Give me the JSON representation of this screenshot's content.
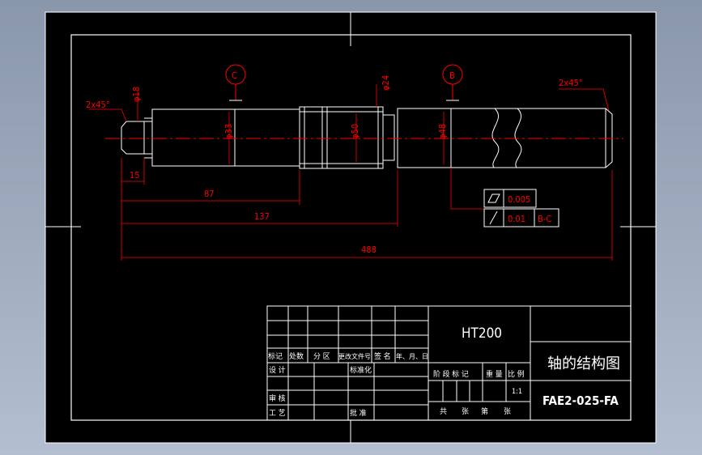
{
  "colors": {
    "background": "#000000",
    "line": "#ffffff",
    "centerline": "#ff0000",
    "dimension": "#ff0000",
    "frame_outer": "#8a97ab"
  },
  "drawing": {
    "chamfer_left": "2x45°",
    "chamfer_right": "2x45°",
    "section_c": "C",
    "section_b": "B",
    "dia_phi18": "φ18",
    "dia_phi24": "φ24",
    "dia_phi33": "φ33",
    "dia_phi50": "φ50",
    "dia_phi48": "φ48",
    "len_15": "15",
    "len_87": "87",
    "len_137": "137",
    "len_488": "488",
    "tol_flatness_value": "0.005",
    "tol_runout_value": "0.01",
    "tol_runout_datum": "B-C"
  },
  "title_block": {
    "material": "HT200",
    "part_name": "轴的结构图",
    "drawing_no": "FAE2-025-FA",
    "scale_value": "1:1",
    "rev_headers": [
      "标记",
      "处数",
      "分 区",
      "更改文件号",
      "签 名",
      "年、月、日"
    ],
    "row_design": "设 计",
    "row_standard": "标准化",
    "row_review": "审 核",
    "row_process": "工 艺",
    "row_approve": "批 准",
    "stage_label": "阶 段 标 记",
    "weight_label": "重 量",
    "scale_label": "比 例",
    "sheets_total": "共",
    "sheets_zhang1": "张",
    "sheets_di": "第",
    "sheets_zhang2": "张"
  }
}
